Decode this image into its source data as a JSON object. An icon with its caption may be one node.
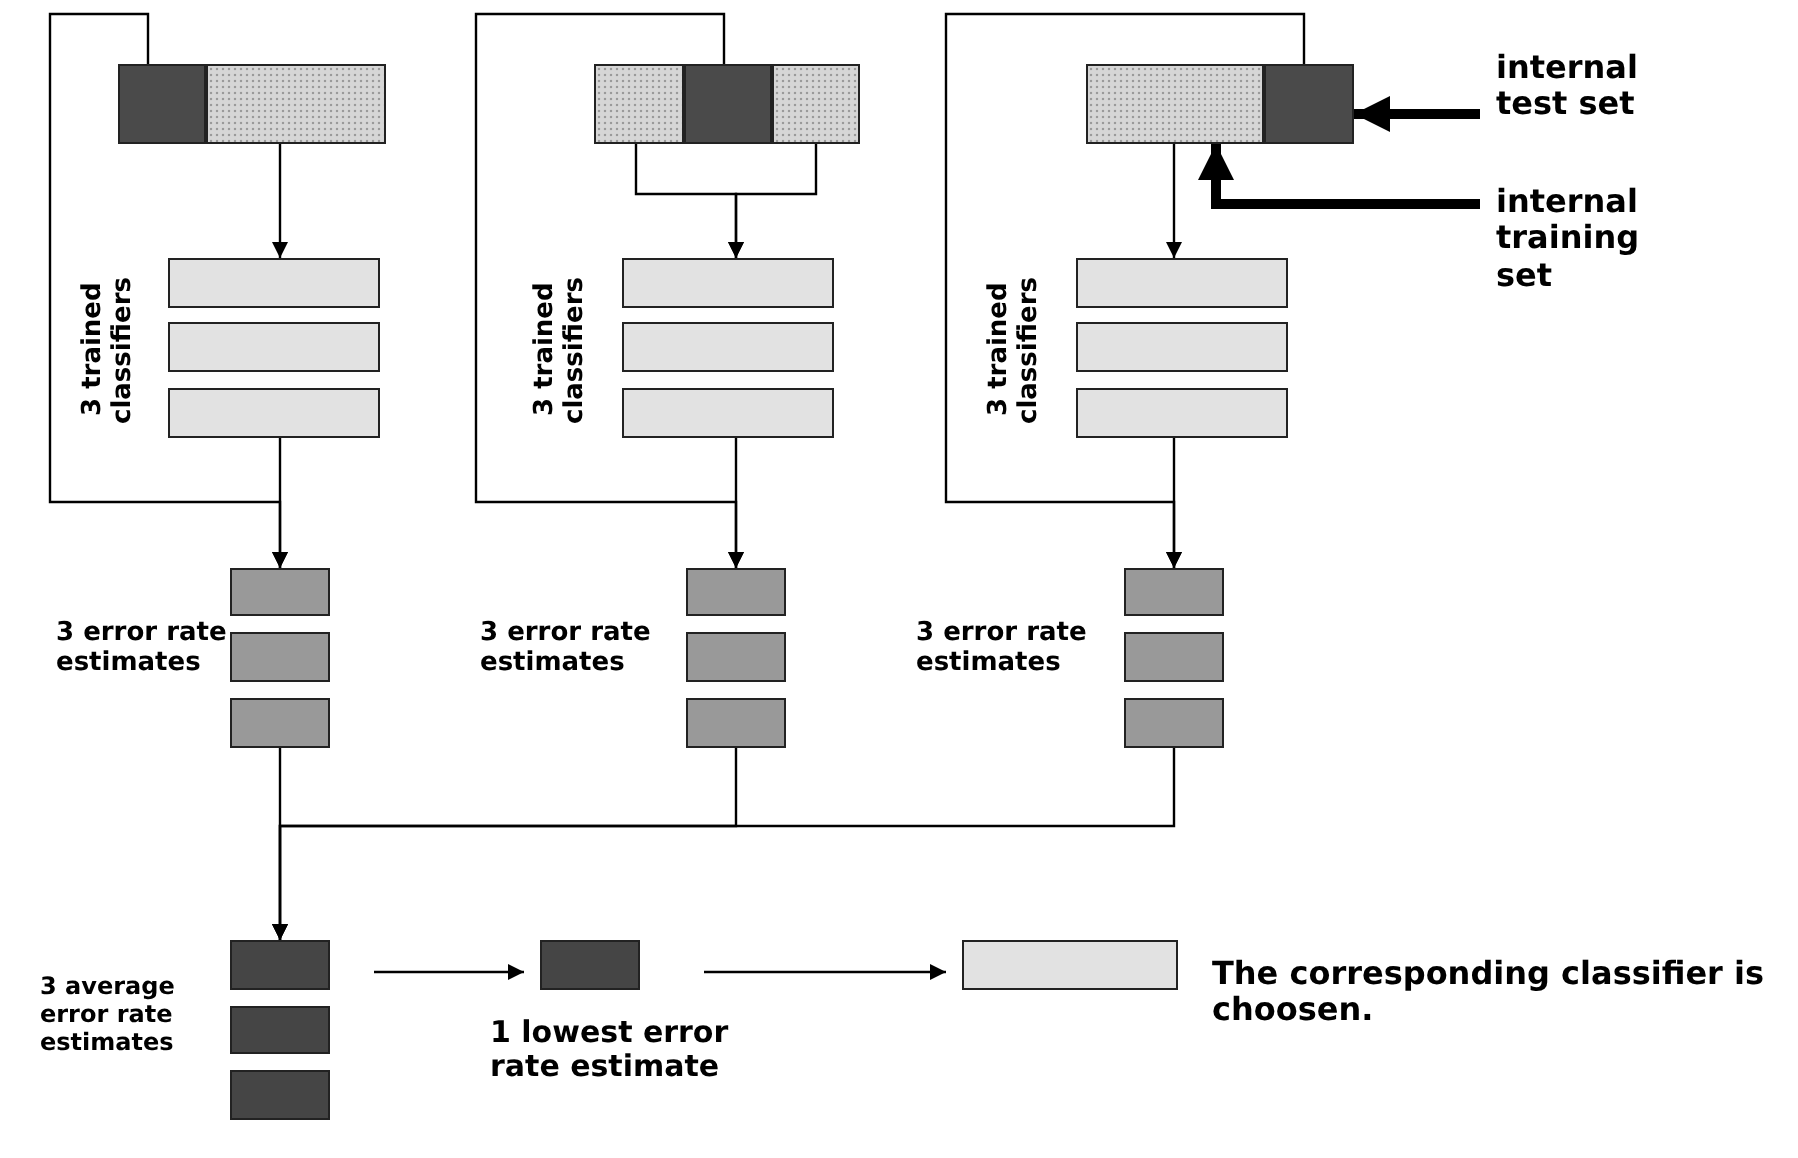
{
  "diagram": {
    "nodes": [
      {
        "text": [],
        "shape": "box"
      },
      {
        "text": [],
        "shape": "box"
      },
      {
        "text": [],
        "shape": "box"
      },
      {
        "text": [],
        "shape": "box"
      },
      {
        "text": [],
        "shape": "box"
      },
      {
        "text": [],
        "shape": "box"
      },
      {
        "text": [],
        "shape": "box"
      },
      {
        "text": [],
        "shape": "box"
      },
      {
        "text": [],
        "shape": "box"
      },
      {
        "text": [],
        "shape": "box"
      },
      {
        "text": [],
        "shape": "box"
      },
      {
        "text": [],
        "shape": "box"
      },
      {
        "text": [],
        "shape": "box"
      },
      {
        "text": [],
        "shape": "box"
      },
      {
        "text": [],
        "shape": "box"
      },
      {
        "text": [],
        "shape": "box"
      },
      {
        "text": [],
        "shape": "box"
      },
      {
        "text": [],
        "shape": "box"
      },
      {
        "text": [],
        "shape": "box"
      },
      {
        "text": [],
        "shape": "box"
      },
      {
        "text": [],
        "shape": "box"
      },
      {
        "text": [],
        "shape": "box"
      },
      {
        "text": [],
        "shape": "box"
      },
      {
        "text": [],
        "shape": "box"
      },
      {
        "text": [],
        "shape": "box"
      },
      {
        "text": [
          "internal test set"
        ]
      },
      {
        "text": [
          "internal training set"
        ]
      },
      {
        "text": [],
        "shape": "box"
      },
      {
        "text": [],
        "shape": "box"
      },
      {
        "text": [],
        "shape": "box"
      },
      {
        "text": [],
        "shape": "box",
        "beside": [
          "1 lowest error rate estimate"
        ]
      },
      {
        "text": [],
        "shape": "box",
        "beside": [
          "The corresponding classifier is choosen."
        ]
      }
    ],
    "edges": [
      {
        "from": 1,
        "to": 2,
        "arrow": "to"
      },
      {
        "from": 0,
        "to": 5,
        "arrow": "to"
      },
      {
        "from": 4,
        "to": 5,
        "arrow": "to"
      },
      {
        "from": 8,
        "to": 11,
        "arrow": "to"
      },
      {
        "from": 10,
        "to": 11,
        "arrow": "to"
      },
      {
        "from": 9,
        "to": 14,
        "arrow": "to"
      },
      {
        "from": 13,
        "to": 14,
        "arrow": "to"
      },
      {
        "from": 17,
        "to": 19,
        "arrow": "to"
      },
      {
        "from": 18,
        "to": 22,
        "arrow": "to"
      },
      {
        "from": 21,
        "to": 22,
        "arrow": "to"
      },
      {
        "from": 25,
        "to": 18,
        "arrow": "to",
        "style": "thick"
      },
      {
        "from": 26,
        "to": 17,
        "arrow": "to",
        "style": "thick"
      },
      {
        "from": 7,
        "to": 27,
        "arrow": "to"
      },
      {
        "from": 16,
        "to": 27,
        "arrow": "to"
      },
      {
        "from": 24,
        "to": 27,
        "arrow": "to"
      },
      {
        "from": 27,
        "to": 30,
        "arrow": "to"
      },
      {
        "from": 30,
        "to": 31,
        "arrow": "to"
      }
    ],
    "labels": [
      "3 trained classifiers",
      "3 trained classifiers",
      "3 trained classifiers",
      "3 error rate estimates",
      "3 error rate estimates",
      "3 error rate estimates",
      "3 average error rate estimates"
    ]
  }
}
